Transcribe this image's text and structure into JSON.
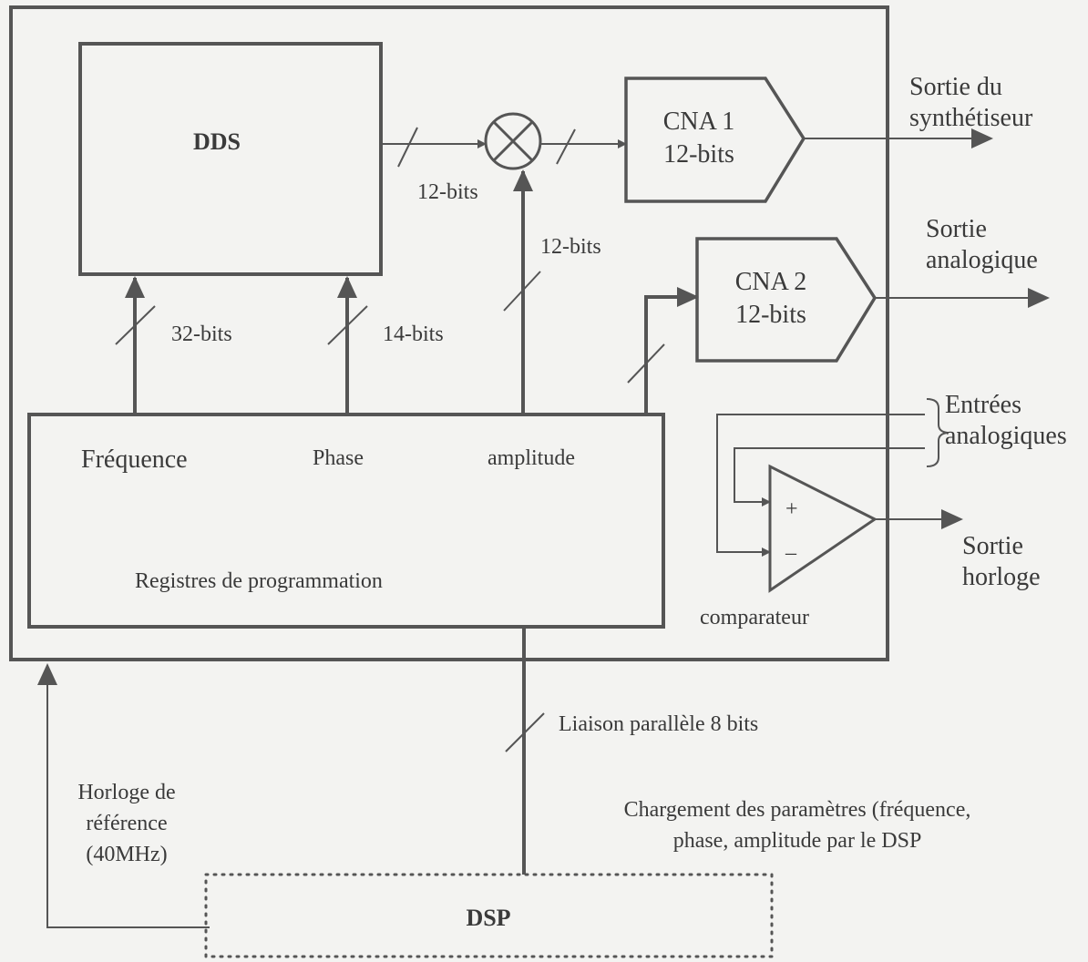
{
  "dds": {
    "label": "DDS"
  },
  "cna1": {
    "line1": "CNA 1",
    "line2": "12-bits"
  },
  "cna2": {
    "line1": "CNA 2",
    "line2": "12-bits"
  },
  "bus_labels": {
    "dds_out": "12-bits",
    "amplitude_bus": "12-bits",
    "freq_bus": "32-bits",
    "phase_bus": "14-bits"
  },
  "outputs": {
    "synth_line1": "Sortie du",
    "synth_line2": "synthétiseur",
    "analog_line1": "Sortie",
    "analog_line2": "analogique",
    "clock_line1": "Sortie",
    "clock_line2": "horloge"
  },
  "inputs": {
    "line1": "Entrées",
    "line2": "analogiques"
  },
  "comparator": {
    "plus": "+",
    "minus": "–",
    "label": "comparateur"
  },
  "registers": {
    "freq": "Fréquence",
    "phase": "Phase",
    "amplitude": "amplitude",
    "title": "Registres de programmation"
  },
  "link": {
    "label": "Liaison parallèle 8 bits"
  },
  "clock_ref": {
    "line1": "Horloge de",
    "line2": "référence",
    "line3": "(40MHz)"
  },
  "loading": {
    "line1": "Chargement des paramètres (fréquence,",
    "line2": "phase, amplitude par le DSP"
  },
  "dsp": {
    "label": "DSP"
  },
  "colors": {
    "line": "#555555",
    "background": "#f3f3f1"
  }
}
